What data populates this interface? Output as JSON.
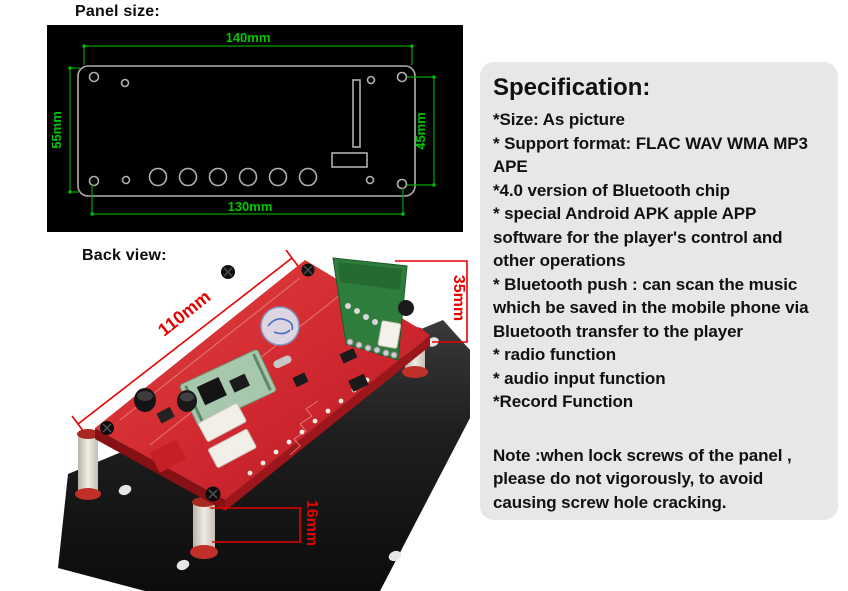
{
  "panel_size": {
    "label": "Panel size:",
    "dims": {
      "top": "140mm",
      "left": "55mm",
      "right": "45mm",
      "bottom": "130mm"
    }
  },
  "back_view": {
    "label": "Back view:",
    "dims": {
      "diagonal": "110mm",
      "right": "35mm",
      "bottom": "16mm"
    }
  },
  "specification": {
    "title": "Specification:",
    "items": [
      "*Size: As picture",
      "* Support format: FLAC WAV WMA MP3 APE",
      "*4.0 version of Bluetooth chip",
      "* special Android APK apple APP software for the player's control and other operations",
      "* Bluetooth push : can scan the music which be saved in the mobile phone via Bluetooth transfer to the player",
      "* radio function",
      "* audio input function",
      "*Record Function"
    ],
    "note": "Note :when lock screws of the panel , please do not vigorously, to avoid causing screw hole cracking."
  },
  "colors": {
    "dimension_green_text": "#00c800",
    "dimension_green_line": "#00a000",
    "dimension_red": "#e60000",
    "drawing_background": "#000000",
    "panel_outline_gray": "#b0b0b0",
    "spec_box_background": "#e7e7e7",
    "pcb_red": "#d02830",
    "bluetooth_module_green": "#2e7d3c",
    "base_plate_black": "#1f1f1f",
    "text_black": "#111111"
  }
}
